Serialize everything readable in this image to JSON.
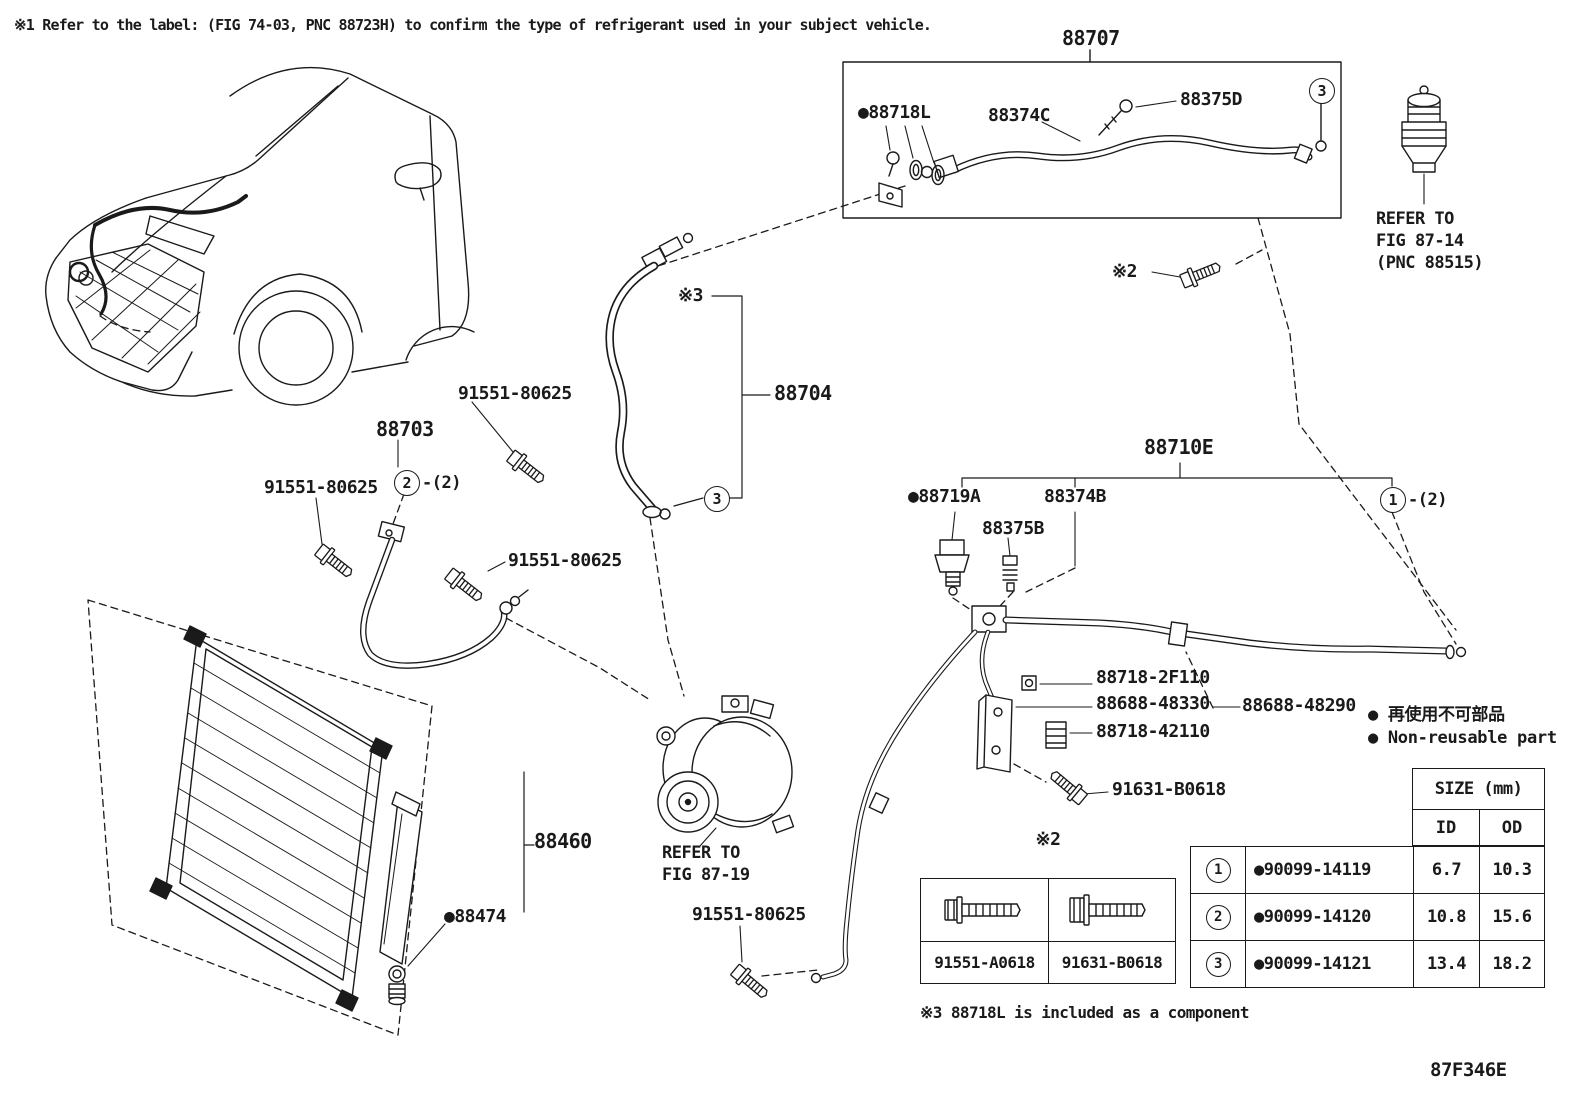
{
  "notes": {
    "refrigerant": "※1 Refer to the label: (FIG 74-03, PNC 88723H) to confirm the type of refrigerant used in your subject vehicle.",
    "star2": "※2",
    "star3": "※3",
    "component": "※3 88718L is included as a component",
    "ref_fig_87_14": [
      "REFER TO",
      "FIG 87-14",
      "(PNC 88515)"
    ],
    "ref_fig_87_19": [
      "REFER TO",
      "FIG 87-19"
    ],
    "diagram_code": "87F346E"
  },
  "legend": {
    "jp": "● 再使用不可部品",
    "en": "● Non-reusable part"
  },
  "parts": {
    "assy_hose_88707": "88707",
    "clip_88718L": "●88718L",
    "fitting_88374C": "88374C",
    "stud_88375D": "88375D",
    "hose_88704": "88704",
    "hose_88703": "88703",
    "bolt_91551_80625": "91551-80625",
    "assy_pipe_88710E": "88710E",
    "sensor_88719A": "●88719A",
    "valve_88374B": "88374B",
    "cap_88375B": "88375B",
    "grommet_88718_2F110": "88718-2F110",
    "bracket_88688_48330": "88688-48330",
    "clamp_88688_48290": "88688-48290",
    "protector_88718_42110": "88718-42110",
    "bolt_91631_B0618": "91631-B0618",
    "condenser_88460": "88460",
    "cap_88474": "●88474"
  },
  "callouts": {
    "c1": "1",
    "c2": "2",
    "c3": "3",
    "qty2": "-(2)"
  },
  "fastener_table": {
    "star": "※2",
    "items": [
      "91551-A0618",
      "91631-B0618"
    ]
  },
  "size_table": {
    "title": "SIZE (mm)",
    "col_id": "ID",
    "col_od": "OD",
    "rows": [
      {
        "num": "1",
        "part": "●90099-14119",
        "id": "6.7",
        "od": "10.3"
      },
      {
        "num": "2",
        "part": "●90099-14120",
        "id": "10.8",
        "od": "15.6"
      },
      {
        "num": "3",
        "part": "●90099-14121",
        "id": "13.4",
        "od": "18.2"
      }
    ]
  },
  "colors": {
    "ink": "#1a1a1a",
    "bg": "#ffffff"
  }
}
